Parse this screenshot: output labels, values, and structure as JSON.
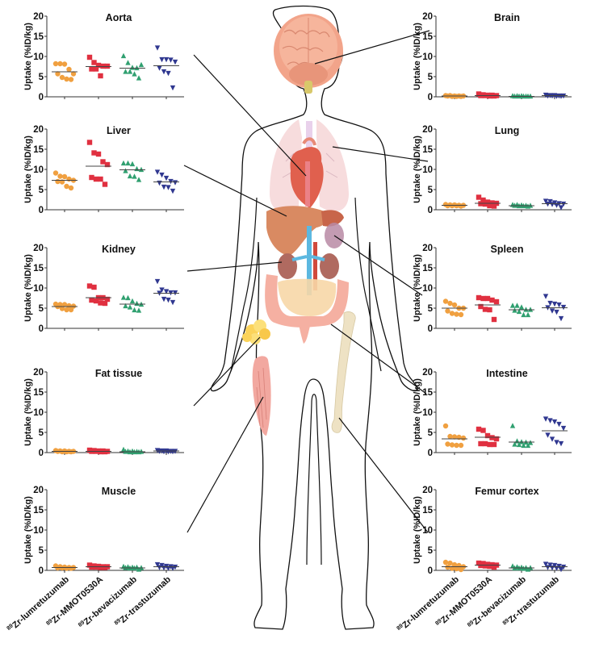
{
  "figure": {
    "ylabel": "Uptake (%ID/kg)",
    "y_ticks": [
      0,
      5,
      10,
      15,
      20
    ],
    "tracers": [
      {
        "iso": "89",
        "name": "Zr-lumretuzumab",
        "color": "#f0a040",
        "marker": "circle"
      },
      {
        "iso": "89",
        "name": "Zr-MMOT0530A",
        "color": "#e03040",
        "marker": "square"
      },
      {
        "iso": "89",
        "name": "Zr-bevacizumab",
        "color": "#30a070",
        "marker": "triangle-up"
      },
      {
        "iso": "89",
        "name": "Zr-trastuzumab",
        "color": "#303890",
        "marker": "triangle-down"
      }
    ]
  },
  "chart_data": [
    {
      "type": "scatter",
      "title": "Aorta",
      "side": "left",
      "row": 0,
      "ylabel": "Uptake (%ID/kg)",
      "ylim": [
        0,
        20
      ],
      "categories": [
        "89Zr-lumretuzumab",
        "89Zr-MMOT0530A",
        "89Zr-bevacizumab",
        "89Zr-trastuzumab"
      ],
      "series": [
        {
          "name": "89Zr-lumretuzumab",
          "values": [
            8.2,
            8.2,
            8.1,
            6.8,
            5.7,
            5.7,
            4.8,
            4.4,
            4.3
          ],
          "median": 6.2
        },
        {
          "name": "89Zr-MMOT0530A",
          "values": [
            9.8,
            8.5,
            7.8,
            7.6,
            7.6,
            6.9,
            6.9,
            5.2
          ],
          "median": 7.5
        },
        {
          "name": "89Zr-bevacizumab",
          "values": [
            10.1,
            8.4,
            7.2,
            7.1,
            7.9,
            6.2,
            6.2,
            5.6,
            4.6
          ],
          "median": 7.1
        },
        {
          "name": "89Zr-trastuzumab",
          "values": [
            12.2,
            9.3,
            9.3,
            9.2,
            8.7,
            7.2,
            6.3,
            5.9,
            2.3
          ],
          "median": 7.7
        }
      ]
    },
    {
      "type": "scatter",
      "title": "Liver",
      "side": "left",
      "row": 1,
      "ylabel": "Uptake (%ID/kg)",
      "ylim": [
        0,
        20
      ],
      "categories": [
        "89Zr-lumretuzumab",
        "89Zr-MMOT0530A",
        "89Zr-bevacizumab",
        "89Zr-trastuzumab"
      ],
      "series": [
        {
          "name": "89Zr-lumretuzumab",
          "values": [
            9.1,
            8.3,
            8.2,
            7.6,
            7.3,
            7.0,
            6.9,
            5.8,
            5.4
          ],
          "median": 7.3
        },
        {
          "name": "89Zr-MMOT0530A",
          "values": [
            16.7,
            14.1,
            13.8,
            11.9,
            11.2,
            8.0,
            7.6,
            7.6,
            6.3
          ],
          "median": 10.8
        },
        {
          "name": "89Zr-bevacizumab",
          "values": [
            11.5,
            11.5,
            11.3,
            10.1,
            9.9,
            9.6,
            8.3,
            8.2,
            7.4
          ],
          "median": 9.9
        },
        {
          "name": "89Zr-trastuzumab",
          "values": [
            9.4,
            8.7,
            7.9,
            7.1,
            6.8,
            6.7,
            5.7,
            5.6,
            4.7
          ],
          "median": 6.9
        }
      ]
    },
    {
      "type": "scatter",
      "title": "Kidney",
      "side": "left",
      "row": 2,
      "ylabel": "Uptake (%ID/kg)",
      "ylim": [
        0,
        20
      ],
      "categories": [
        "89Zr-lumretuzumab",
        "89Zr-MMOT0530A",
        "89Zr-bevacizumab",
        "89Zr-trastuzumab"
      ],
      "series": [
        {
          "name": "89Zr-lumretuzumab",
          "values": [
            6.0,
            5.9,
            5.9,
            5.6,
            5.5,
            5.4,
            4.9,
            4.6,
            4.6
          ],
          "median": 5.4
        },
        {
          "name": "89Zr-MMOT0530A",
          "values": [
            10.5,
            10.2,
            7.6,
            7.6,
            7.2,
            7.0,
            6.8,
            6.3,
            6.2
          ],
          "median": 7.6
        },
        {
          "name": "89Zr-bevacizumab",
          "values": [
            7.6,
            7.5,
            6.7,
            6.1,
            5.9,
            5.5,
            5.2,
            4.5,
            4.4
          ],
          "median": 6.0
        },
        {
          "name": "89Zr-trastuzumab",
          "values": [
            11.7,
            9.6,
            9.2,
            8.9,
            8.9,
            8.8,
            7.3,
            7.1,
            6.5
          ],
          "median": 8.7
        }
      ]
    },
    {
      "type": "scatter",
      "title": "Fat tissue",
      "side": "left",
      "row": 3,
      "ylabel": "Uptake (%ID/kg)",
      "ylim": [
        0,
        20
      ],
      "categories": [
        "89Zr-lumretuzumab",
        "89Zr-MMOT0530A",
        "89Zr-bevacizumab",
        "89Zr-trastuzumab"
      ],
      "series": [
        {
          "name": "89Zr-lumretuzumab",
          "values": [
            0.5,
            0.4,
            0.4,
            0.3,
            0.3,
            0.3,
            0.2,
            0.2,
            0.2
          ],
          "median": 0.3
        },
        {
          "name": "89Zr-MMOT0530A",
          "values": [
            0.6,
            0.5,
            0.4,
            0.4,
            0.3,
            0.3,
            0.3,
            0.2,
            0.2
          ],
          "median": 0.3
        },
        {
          "name": "89Zr-bevacizumab",
          "values": [
            0.7,
            0.3,
            0.3,
            0.2,
            0.2,
            0.2,
            0.1,
            0.1,
            0.1
          ],
          "median": 0.2
        },
        {
          "name": "89Zr-trastuzumab",
          "values": [
            0.6,
            0.5,
            0.5,
            0.4,
            0.4,
            0.4,
            0.3,
            0.3,
            0.3
          ],
          "median": 0.4
        }
      ]
    },
    {
      "type": "scatter",
      "title": "Muscle",
      "side": "left",
      "row": 4,
      "ylabel": "Uptake (%ID/kg)",
      "ylim": [
        0,
        20
      ],
      "categories": [
        "89Zr-lumretuzumab",
        "89Zr-MMOT0530A",
        "89Zr-bevacizumab",
        "89Zr-trastuzumab"
      ],
      "series": [
        {
          "name": "89Zr-lumretuzumab",
          "values": [
            1.1,
            0.9,
            0.8,
            0.7,
            0.7,
            0.6,
            0.6,
            0.5,
            0.5
          ],
          "median": 0.7
        },
        {
          "name": "89Zr-MMOT0530A",
          "values": [
            1.3,
            1.1,
            1.0,
            0.9,
            0.9,
            0.8,
            0.8,
            0.7,
            0.7
          ],
          "median": 0.9
        },
        {
          "name": "89Zr-bevacizumab",
          "values": [
            0.9,
            0.8,
            0.7,
            0.7,
            0.6,
            0.6,
            0.5,
            0.5,
            0.2
          ],
          "median": 0.6
        },
        {
          "name": "89Zr-trastuzumab",
          "values": [
            1.5,
            1.3,
            1.1,
            1.0,
            0.9,
            0.8,
            0.7,
            0.6,
            0.6
          ],
          "median": 0.9
        }
      ]
    },
    {
      "type": "scatter",
      "title": "Brain",
      "side": "right",
      "row": 0,
      "ylabel": "Uptake (%ID/kg)",
      "ylim": [
        0,
        20
      ],
      "categories": [
        "89Zr-lumretuzumab",
        "89Zr-MMOT0530A",
        "89Zr-bevacizumab",
        "89Zr-trastuzumab"
      ],
      "series": [
        {
          "name": "89Zr-lumretuzumab",
          "values": [
            0.3,
            0.3,
            0.2,
            0.2,
            0.2,
            0.2,
            0.1,
            0.1,
            0.1
          ],
          "median": 0.2
        },
        {
          "name": "89Zr-MMOT0530A",
          "values": [
            0.7,
            0.5,
            0.4,
            0.4,
            0.3,
            0.3,
            0.3,
            0.2,
            0.2
          ],
          "median": 0.3
        },
        {
          "name": "89Zr-bevacizumab",
          "values": [
            0.2,
            0.2,
            0.2,
            0.1,
            0.1,
            0.1,
            0.1,
            0.1,
            0.1
          ],
          "median": 0.1
        },
        {
          "name": "89Zr-trastuzumab",
          "values": [
            0.5,
            0.4,
            0.4,
            0.3,
            0.3,
            0.3,
            0.3,
            0.2,
            0.2
          ],
          "median": 0.3
        }
      ]
    },
    {
      "type": "scatter",
      "title": "Lung",
      "side": "right",
      "row": 1,
      "ylabel": "Uptake (%ID/kg)",
      "ylim": [
        0,
        20
      ],
      "categories": [
        "89Zr-lumretuzumab",
        "89Zr-MMOT0530A",
        "89Zr-bevacizumab",
        "89Zr-trastuzumab"
      ],
      "series": [
        {
          "name": "89Zr-lumretuzumab",
          "values": [
            1.3,
            1.2,
            1.2,
            1.1,
            1.1,
            1.0,
            1.0,
            1.0,
            0.9
          ],
          "median": 1.1
        },
        {
          "name": "89Zr-MMOT0530A",
          "values": [
            3.1,
            2.4,
            1.9,
            1.7,
            1.6,
            1.5,
            1.4,
            1.0,
            0.9
          ],
          "median": 1.6
        },
        {
          "name": "89Zr-bevacizumab",
          "values": [
            1.2,
            1.2,
            1.1,
            1.0,
            1.0,
            1.0,
            0.9,
            0.9,
            0.8
          ],
          "median": 1.0
        },
        {
          "name": "89Zr-trastuzumab",
          "values": [
            2.2,
            2.1,
            1.8,
            1.6,
            1.5,
            1.5,
            1.4,
            1.2,
            0.6
          ],
          "median": 1.5
        }
      ]
    },
    {
      "type": "scatter",
      "title": "Spleen",
      "side": "right",
      "row": 2,
      "ylabel": "Uptake (%ID/kg)",
      "ylim": [
        0,
        20
      ],
      "categories": [
        "89Zr-lumretuzumab",
        "89Zr-MMOT0530A",
        "89Zr-bevacizumab",
        "89Zr-trastuzumab"
      ],
      "series": [
        {
          "name": "89Zr-lumretuzumab",
          "values": [
            6.7,
            6.2,
            5.8,
            5.0,
            5.0,
            4.3,
            3.7,
            3.5,
            3.4
          ],
          "median": 5.0
        },
        {
          "name": "89Zr-MMOT0530A",
          "values": [
            7.6,
            7.4,
            7.4,
            7.0,
            6.6,
            5.4,
            4.7,
            4.6,
            2.2
          ],
          "median": 5.8
        },
        {
          "name": "89Zr-bevacizumab",
          "values": [
            5.6,
            5.6,
            5.2,
            4.6,
            4.6,
            4.4,
            4.1,
            3.3,
            3.3
          ],
          "median": 4.6
        },
        {
          "name": "89Zr-trastuzumab",
          "values": [
            8.0,
            6.3,
            6.1,
            5.9,
            5.3,
            5.2,
            4.4,
            4.1,
            2.5
          ],
          "median": 5.1
        }
      ]
    },
    {
      "type": "scatter",
      "title": "Intestine",
      "side": "right",
      "row": 3,
      "ylabel": "Uptake (%ID/kg)",
      "ylim": [
        0,
        20
      ],
      "categories": [
        "89Zr-lumretuzumab",
        "89Zr-MMOT0530A",
        "89Zr-bevacizumab",
        "89Zr-trastuzumab"
      ],
      "series": [
        {
          "name": "89Zr-lumretuzumab",
          "values": [
            6.6,
            4.0,
            3.9,
            3.8,
            3.6,
            2.1,
            1.9,
            1.8,
            1.8
          ],
          "median": 3.4
        },
        {
          "name": "89Zr-MMOT0530A",
          "values": [
            5.8,
            5.5,
            4.2,
            3.7,
            3.4,
            2.2,
            2.2,
            2.0,
            2.0
          ],
          "median": 3.8
        },
        {
          "name": "89Zr-bevacizumab",
          "values": [
            6.6,
            2.8,
            2.6,
            2.5,
            2.4,
            2.0,
            1.9,
            1.7,
            1.7
          ],
          "median": 2.6
        },
        {
          "name": "89Zr-trastuzumab",
          "values": [
            8.4,
            8.0,
            7.7,
            7.1,
            6.1,
            4.4,
            3.4,
            2.6,
            2.3
          ],
          "median": 5.4
        }
      ]
    },
    {
      "type": "scatter",
      "title": "Femur cortex",
      "side": "right",
      "row": 4,
      "ylabel": "Uptake (%ID/kg)",
      "ylim": [
        0,
        20
      ],
      "categories": [
        "89Zr-lumretuzumab",
        "89Zr-MMOT0530A",
        "89Zr-bevacizumab",
        "89Zr-trastuzumab"
      ],
      "series": [
        {
          "name": "89Zr-lumretuzumab",
          "values": [
            2.0,
            1.8,
            1.4,
            1.2,
            0.9,
            0.8,
            0.5,
            0.4,
            0.2
          ],
          "median": 0.9
        },
        {
          "name": "89Zr-MMOT0530A",
          "values": [
            1.8,
            1.7,
            1.5,
            1.4,
            1.3,
            1.2,
            1.1,
            1.0,
            0.8
          ],
          "median": 1.3
        },
        {
          "name": "89Zr-bevacizumab",
          "values": [
            1.0,
            0.8,
            0.7,
            0.6,
            0.6,
            0.5,
            0.5,
            0.4,
            0.2
          ],
          "median": 0.6
        },
        {
          "name": "89Zr-trastuzumab",
          "values": [
            1.6,
            1.4,
            1.3,
            1.1,
            0.9,
            0.8,
            0.7,
            0.6,
            0.3
          ],
          "median": 0.9
        }
      ]
    }
  ],
  "illustration": {
    "organs": [
      "brain",
      "lung",
      "heart",
      "aorta",
      "liver",
      "spleen",
      "kidney",
      "intestine",
      "fat-tissue",
      "muscle",
      "femur"
    ]
  }
}
